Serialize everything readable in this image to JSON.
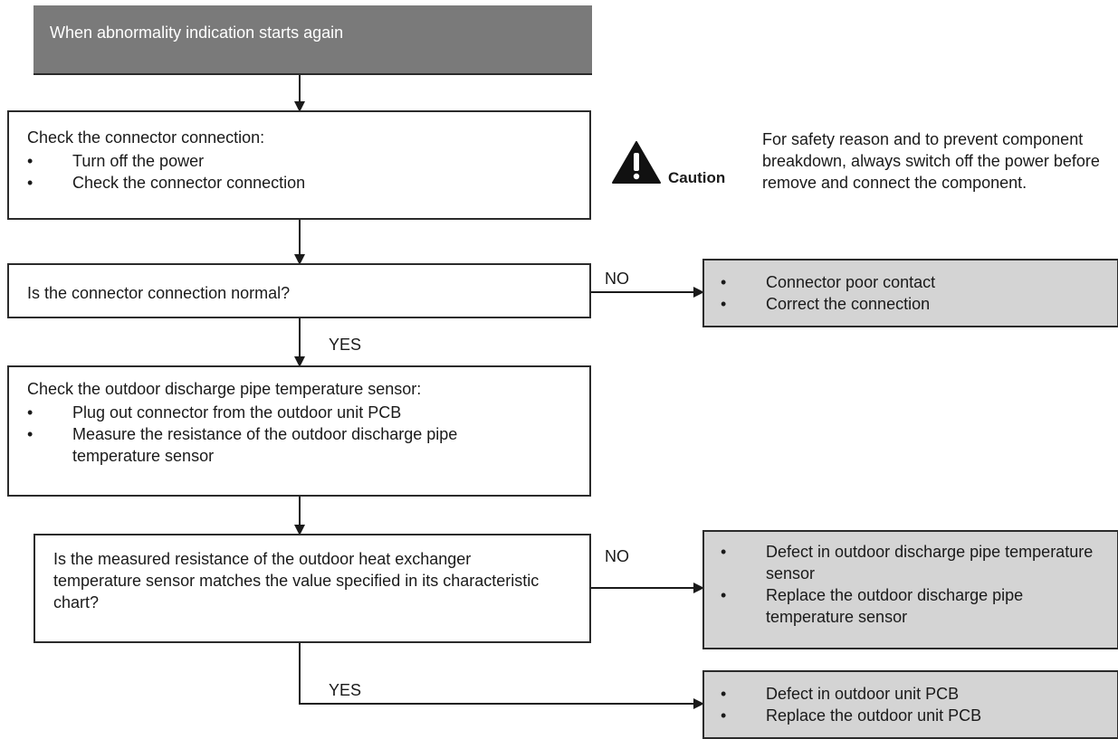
{
  "start": {
    "text": "When abnormality indication starts again"
  },
  "step1": {
    "title": "Check the connector connection:",
    "bullets": [
      "Turn off the power",
      "Check the connector connection"
    ]
  },
  "caution": {
    "label": "Caution",
    "icon": "warning-triangle-icon",
    "text": "For safety reason and to prevent component breakdown, always switch off the power before remove and connect the component."
  },
  "decision1": {
    "question": "Is the connector connection normal?",
    "no_label": "NO",
    "yes_label": "YES",
    "no_result": [
      "Connector poor contact",
      "Correct the connection"
    ]
  },
  "step2": {
    "title": "Check the outdoor discharge pipe temperature sensor:",
    "bullets": [
      "Plug out connector from the outdoor unit PCB",
      "Measure the resistance of the outdoor discharge pipe temperature sensor"
    ]
  },
  "decision2": {
    "question": "Is the measured resistance of the outdoor heat exchanger temperature sensor matches the value specified in its characteristic chart?",
    "no_label": "NO",
    "yes_label": "YES",
    "no_result": [
      "Defect in outdoor discharge pipe temperature sensor",
      "Replace the outdoor discharge pipe temperature sensor"
    ],
    "yes_result": [
      "Defect in outdoor unit PCB",
      "Replace the outdoor unit PCB"
    ]
  },
  "colors": {
    "start_fill": "#7a7a7a",
    "result_fill": "#d4d4d4",
    "line": "#2b2b2b"
  }
}
